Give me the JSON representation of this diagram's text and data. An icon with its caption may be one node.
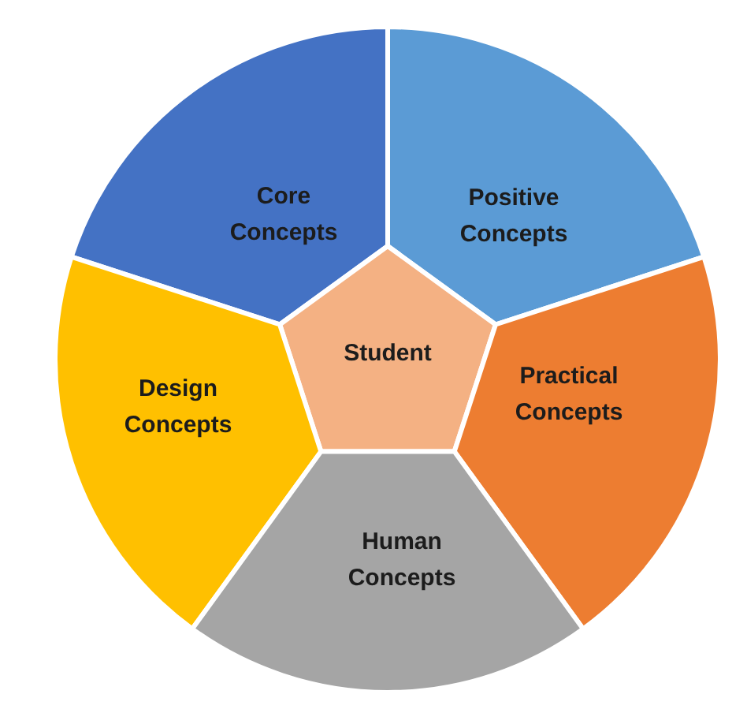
{
  "diagram": {
    "nodes": [
      {
        "text": [
          "Core Concepts"
        ]
      },
      {
        "text": [
          "Positive Concepts"
        ]
      },
      {
        "text": [
          "Student"
        ]
      },
      {
        "text": [
          "Design Concepts"
        ]
      },
      {
        "text": [
          "Practical Concepts"
        ]
      },
      {
        "text": [
          "Human Concepts"
        ]
      }
    ]
  }
}
